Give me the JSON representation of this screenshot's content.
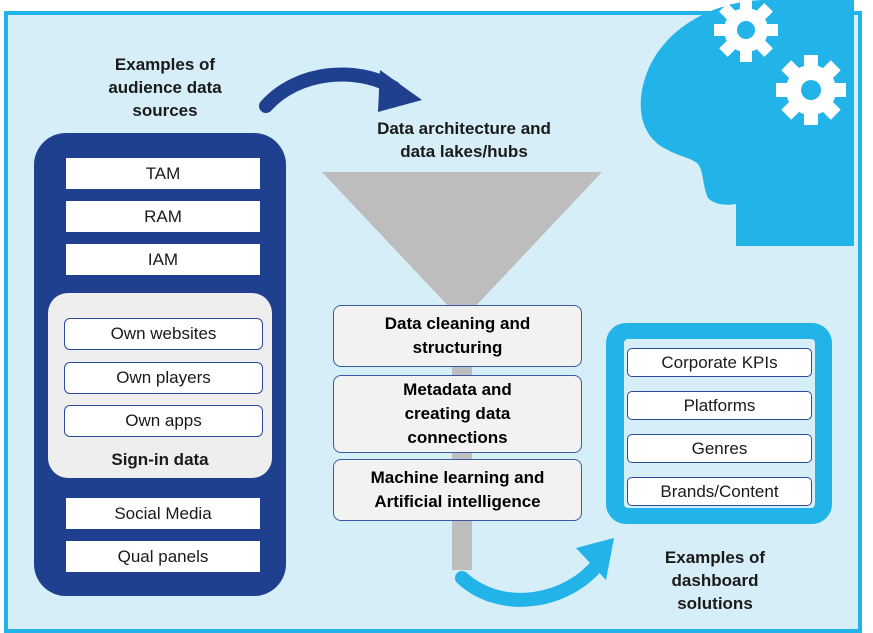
{
  "sources_title": "Examples of\naudience data\nsources",
  "architecture_title": "Data architecture and\ndata lakes/hubs",
  "dashboard_title": "Examples of\ndashboard\nsolutions",
  "audience_sources": [
    "TAM",
    "RAM",
    "IAM"
  ],
  "signin_items": [
    "Own websites",
    "Own players",
    "Own apps"
  ],
  "signin_label": "Sign-in data",
  "other_sources": [
    "Social Media",
    "Qual panels"
  ],
  "process_steps": [
    "Data cleaning and\nstructuring",
    "Metadata and\ncreating data\nconnections",
    "Machine learning and\nArtificial intelligence"
  ],
  "dashboards": [
    "Corporate KPIs",
    "Platforms",
    "Genres",
    "Brands/Content"
  ],
  "colors": {
    "background": "#d6eef8",
    "frame": "#22b3e8",
    "navy": "#1f3f8f",
    "funnel": "#bdbdbd",
    "head": "#22b3e8",
    "arrow_top": "#1f3f8f",
    "arrow_bottom": "#22b3e8"
  },
  "icons": [
    "head-with-gears-icon",
    "curved-arrow-icon"
  ]
}
